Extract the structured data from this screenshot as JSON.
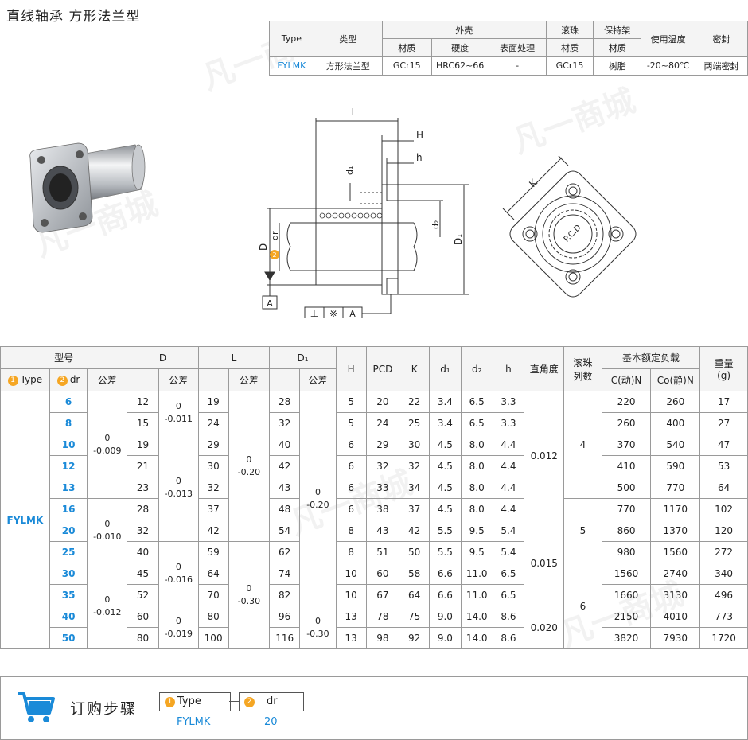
{
  "page": {
    "title": "直线轴承 方形法兰型"
  },
  "spec": {
    "h_type": "Type",
    "h_kind": "类型",
    "h_shell": "外壳",
    "h_ball": "滚珠",
    "h_retainer": "保持架",
    "h_temp": "使用温度",
    "h_seal": "密封",
    "h_material": "材质",
    "h_hardness": "硬度",
    "h_surface": "表面处理",
    "h_ball_mat": "材质",
    "h_ret_mat": "材质",
    "v_type": "FYLMK",
    "v_kind": "方形法兰型",
    "v_shell_mat": "GCr15",
    "v_hardness": "HRC62~66",
    "v_surface": "-",
    "v_ball_mat": "GCr15",
    "v_ret_mat": "树脂",
    "v_temp": "-20~80℃",
    "v_seal": "两端密封"
  },
  "drawing": {
    "L": "L",
    "H": "H",
    "h": "h",
    "d1": "d₁",
    "d2": "d₂",
    "D1": "D₁",
    "D": "D",
    "dr": "dr",
    "datum": "A",
    "tol_sym1": "⊥",
    "tol_sym2": "※",
    "tol_ref": "A",
    "K": "K",
    "pcd": "P.C.D",
    "badge2": "2"
  },
  "table": {
    "h_model": "型号",
    "h_D": "D",
    "h_L": "L",
    "h_D1": "D₁",
    "h_H": "H",
    "h_PCD": "PCD",
    "h_K": "K",
    "h_d1": "d₁",
    "h_d2": "d₂",
    "h_h": "h",
    "h_perp": "直角度",
    "h_rows": "滚珠",
    "h_rows2": "列数",
    "h_load": "基本额定负载",
    "h_weight": "重量",
    "h_weight_unit": "(g)",
    "h_type": "Type",
    "h_dr": "dr",
    "h_tol": "公差",
    "h_C": "C(动)N",
    "h_Co": "Co(静)N",
    "badge1": "1",
    "badge2": "2",
    "type_value": "FYLMK",
    "tol_dr_1": "0\n-0.009",
    "tol_dr_2": "0\n-0.010",
    "tol_dr_3": "0\n-0.012",
    "tol_D_1": "0\n-0.011",
    "tol_D_2": "0\n-0.013",
    "tol_D_3": "0\n-0.016",
    "tol_D_4": "0\n-0.019",
    "tol_L_1": "0\n-0.20",
    "tol_L_2": "0\n-0.30",
    "tol_D1_1": "0\n-0.20",
    "tol_D1_2": "0\n-0.30",
    "perp_1": "0.012",
    "perp_2": "0.015",
    "perp_3": "0.020",
    "rows_1": "4",
    "rows_2": "5",
    "rows_3": "6",
    "rows": [
      {
        "dr": "6",
        "D": "12",
        "L": "19",
        "D1": "28",
        "H": "5",
        "PCD": "20",
        "K": "22",
        "d1": "3.4",
        "d2": "6.5",
        "h": "3.3",
        "C": "220",
        "Co": "260",
        "W": "17"
      },
      {
        "dr": "8",
        "D": "15",
        "L": "24",
        "D1": "32",
        "H": "5",
        "PCD": "24",
        "K": "25",
        "d1": "3.4",
        "d2": "6.5",
        "h": "3.3",
        "C": "260",
        "Co": "400",
        "W": "27"
      },
      {
        "dr": "10",
        "D": "19",
        "L": "29",
        "D1": "40",
        "H": "6",
        "PCD": "29",
        "K": "30",
        "d1": "4.5",
        "d2": "8.0",
        "h": "4.4",
        "C": "370",
        "Co": "540",
        "W": "47"
      },
      {
        "dr": "12",
        "D": "21",
        "L": "30",
        "D1": "42",
        "H": "6",
        "PCD": "32",
        "K": "32",
        "d1": "4.5",
        "d2": "8.0",
        "h": "4.4",
        "C": "410",
        "Co": "590",
        "W": "53"
      },
      {
        "dr": "13",
        "D": "23",
        "L": "32",
        "D1": "43",
        "H": "6",
        "PCD": "33",
        "K": "34",
        "d1": "4.5",
        "d2": "8.0",
        "h": "4.4",
        "C": "500",
        "Co": "770",
        "W": "64"
      },
      {
        "dr": "16",
        "D": "28",
        "L": "37",
        "D1": "48",
        "H": "6",
        "PCD": "38",
        "K": "37",
        "d1": "4.5",
        "d2": "8.0",
        "h": "4.4",
        "C": "770",
        "Co": "1170",
        "W": "102"
      },
      {
        "dr": "20",
        "D": "32",
        "L": "42",
        "D1": "54",
        "H": "8",
        "PCD": "43",
        "K": "42",
        "d1": "5.5",
        "d2": "9.5",
        "h": "5.4",
        "C": "860",
        "Co": "1370",
        "W": "120"
      },
      {
        "dr": "25",
        "D": "40",
        "L": "59",
        "D1": "62",
        "H": "8",
        "PCD": "51",
        "K": "50",
        "d1": "5.5",
        "d2": "9.5",
        "h": "5.4",
        "C": "980",
        "Co": "1560",
        "W": "272"
      },
      {
        "dr": "30",
        "D": "45",
        "L": "64",
        "D1": "74",
        "H": "10",
        "PCD": "60",
        "K": "58",
        "d1": "6.6",
        "d2": "11.0",
        "h": "6.5",
        "C": "1560",
        "Co": "2740",
        "W": "340"
      },
      {
        "dr": "35",
        "D": "52",
        "L": "70",
        "D1": "82",
        "H": "10",
        "PCD": "67",
        "K": "64",
        "d1": "6.6",
        "d2": "11.0",
        "h": "6.5",
        "C": "1660",
        "Co": "3130",
        "W": "496"
      },
      {
        "dr": "40",
        "D": "60",
        "L": "80",
        "D1": "96",
        "H": "13",
        "PCD": "78",
        "K": "75",
        "d1": "9.0",
        "d2": "14.0",
        "h": "8.6",
        "C": "2150",
        "Co": "4010",
        "W": "773"
      },
      {
        "dr": "50",
        "D": "80",
        "L": "100",
        "D1": "116",
        "H": "13",
        "PCD": "98",
        "K": "92",
        "d1": "9.0",
        "d2": "14.0",
        "h": "8.6",
        "C": "3820",
        "Co": "7930",
        "W": "1720"
      }
    ]
  },
  "order": {
    "title": "订购步骤",
    "type_label": "Type",
    "dr_label": "dr",
    "badge1": "1",
    "badge2": "2",
    "type_value": "FYLMK",
    "dr_value": "20"
  },
  "watermark": "凡一商城"
}
